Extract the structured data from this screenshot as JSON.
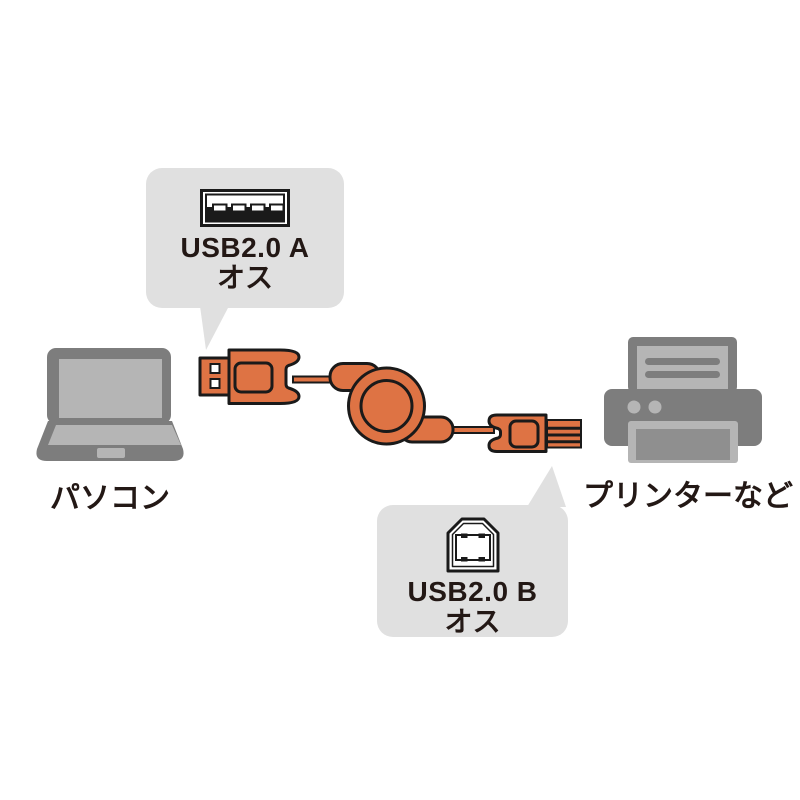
{
  "colors": {
    "background": "#FFFFFF",
    "cable": "#DE7344",
    "outline": "#1A1A1A",
    "callout_bg": "#E0E0E0",
    "device_gray": "#7D7D7D",
    "device_light": "#B5B5B5",
    "paper_mid": "#8F8F8F",
    "label_text": "#231815"
  },
  "devices": {
    "computer": {
      "label": "パソコン",
      "icon": "laptop-icon"
    },
    "printer": {
      "label": "プリンターなど",
      "icon": "printer-icon"
    }
  },
  "callouts": {
    "usb_a": {
      "line1": "USB2.0 A",
      "line2": "オス",
      "icon": "usb-a-port-icon"
    },
    "usb_b": {
      "line1": "USB2.0 B",
      "line2": "オス",
      "icon": "usb-b-port-icon"
    }
  },
  "cable": {
    "kind": "retractable-usb-cable",
    "color_name": "orange",
    "parts": [
      "usb-a-plug",
      "retractable-reel",
      "usb-b-plug"
    ]
  }
}
